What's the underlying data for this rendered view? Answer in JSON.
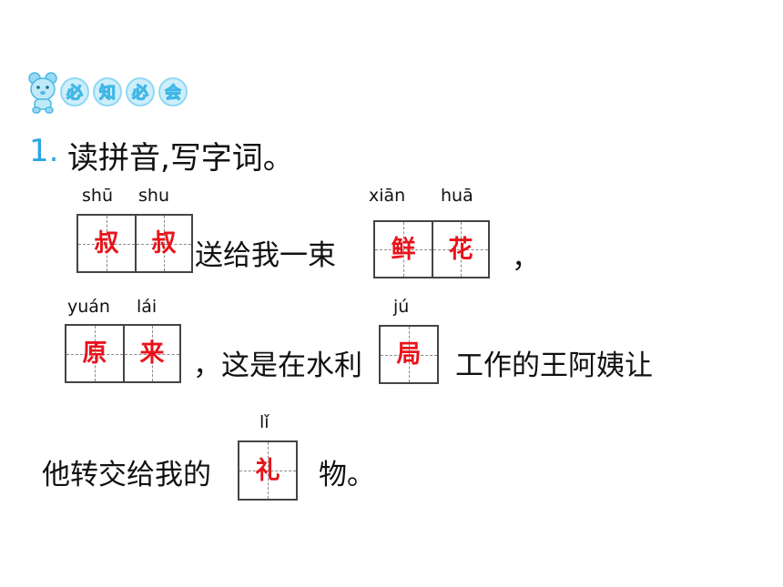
{
  "header": {
    "badge_chars": [
      "必",
      "知",
      "必",
      "会"
    ]
  },
  "question": {
    "number": "1.",
    "text": "读拼音,写字词。"
  },
  "row1": {
    "pinyin_a": [
      "shū",
      "shu"
    ],
    "answers_a": [
      "叔",
      "叔"
    ],
    "text_a": "送给我一束",
    "pinyin_b": [
      "xiān",
      "huā"
    ],
    "answers_b": [
      "鲜",
      "花"
    ],
    "text_b": "，"
  },
  "row2": {
    "pinyin_a": [
      "yuán",
      "lái"
    ],
    "answers_a": [
      "原",
      "来"
    ],
    "text_a": "，这是在水利",
    "pinyin_b": [
      "jú"
    ],
    "answers_b": [
      "局"
    ],
    "text_b": "工作的王阿姨让"
  },
  "row3": {
    "text_a": "他转交给我的",
    "pinyin_b": [
      "lǐ"
    ],
    "answers_b": [
      "礼"
    ],
    "text_b": "物。"
  },
  "colors": {
    "accent_blue": "#29a8e0",
    "answer_red": "#e8141c"
  }
}
